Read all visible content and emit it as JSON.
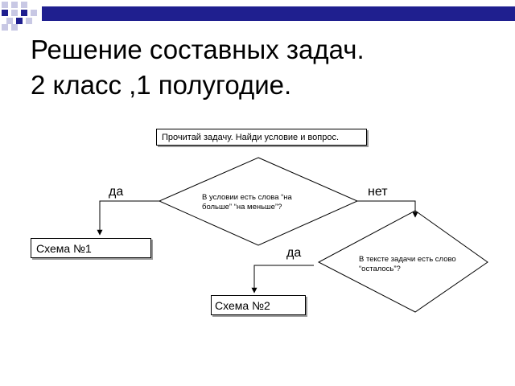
{
  "title": {
    "line1": "Решение составных задач.",
    "line2": "2 класс ,1 полугодие."
  },
  "flowchart": {
    "start": "Прочитай задачу. Найди условие и вопрос.",
    "question1": {
      "line1": "В условии есть слова “на",
      "line2": "больше” “на меньше”?"
    },
    "question2": {
      "line1": "В тексте задачи есть слово",
      "line2": "“осталось”?"
    },
    "yes_label_1": "да",
    "no_label": "нет",
    "yes_label_2": "да",
    "scheme1": "Схема №1",
    "scheme2": "Схема №2"
  },
  "colors": {
    "band_dark": "#1f1f8f",
    "band_light": "#c8c8e4",
    "line": "#000000",
    "shadow": "#9a9a9a"
  }
}
